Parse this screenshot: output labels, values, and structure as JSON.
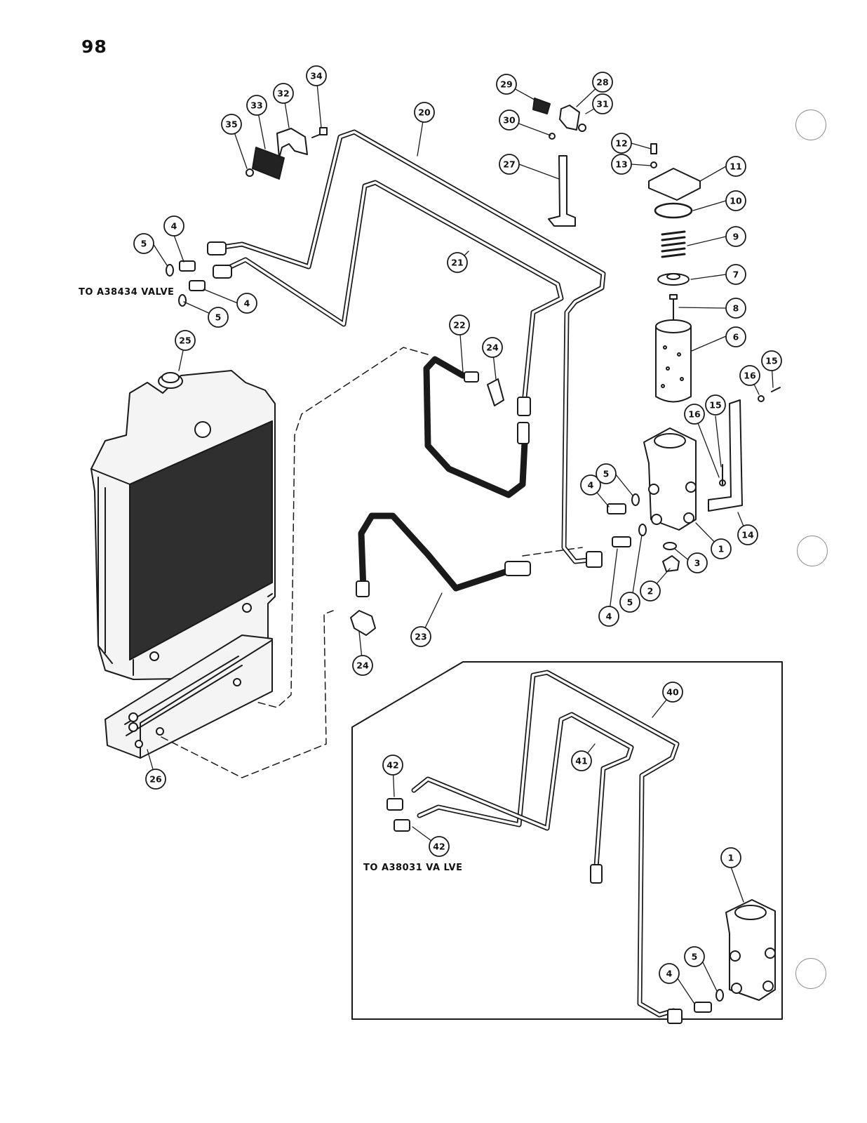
{
  "page": {
    "number": "98",
    "notes": {
      "valve_upper": "TO A38434 VALVE",
      "valve_lower": "TO  A38031 VA LVE"
    }
  },
  "callouts": [
    {
      "id": "c1a",
      "label": "1"
    },
    {
      "id": "c1b",
      "label": "1"
    },
    {
      "id": "c2",
      "label": "2"
    },
    {
      "id": "c3",
      "label": "3"
    },
    {
      "id": "c4a",
      "label": "4"
    },
    {
      "id": "c4b",
      "label": "4"
    },
    {
      "id": "c4c",
      "label": "4"
    },
    {
      "id": "c4d",
      "label": "4"
    },
    {
      "id": "c4e",
      "label": "4"
    },
    {
      "id": "c5a",
      "label": "5"
    },
    {
      "id": "c5b",
      "label": "5"
    },
    {
      "id": "c5c",
      "label": "5"
    },
    {
      "id": "c5d",
      "label": "5"
    },
    {
      "id": "c5e",
      "label": "5"
    },
    {
      "id": "c6",
      "label": "6"
    },
    {
      "id": "c7",
      "label": "7"
    },
    {
      "id": "c8",
      "label": "8"
    },
    {
      "id": "c9",
      "label": "9"
    },
    {
      "id": "c10",
      "label": "10"
    },
    {
      "id": "c11",
      "label": "11"
    },
    {
      "id": "c12",
      "label": "12"
    },
    {
      "id": "c13",
      "label": "13"
    },
    {
      "id": "c14",
      "label": "14"
    },
    {
      "id": "c15a",
      "label": "15"
    },
    {
      "id": "c15b",
      "label": "15"
    },
    {
      "id": "c16a",
      "label": "16"
    },
    {
      "id": "c16b",
      "label": "16"
    },
    {
      "id": "c20",
      "label": "20"
    },
    {
      "id": "c21",
      "label": "21"
    },
    {
      "id": "c22",
      "label": "22"
    },
    {
      "id": "c23",
      "label": "23"
    },
    {
      "id": "c24a",
      "label": "24"
    },
    {
      "id": "c24b",
      "label": "24"
    },
    {
      "id": "c25",
      "label": "25"
    },
    {
      "id": "c26",
      "label": "26"
    },
    {
      "id": "c27",
      "label": "27"
    },
    {
      "id": "c28",
      "label": "28"
    },
    {
      "id": "c29",
      "label": "29"
    },
    {
      "id": "c30",
      "label": "30"
    },
    {
      "id": "c31",
      "label": "31"
    },
    {
      "id": "c32",
      "label": "32"
    },
    {
      "id": "c33",
      "label": "33"
    },
    {
      "id": "c34",
      "label": "34"
    },
    {
      "id": "c35",
      "label": "35"
    },
    {
      "id": "c40",
      "label": "40"
    },
    {
      "id": "c41",
      "label": "41"
    },
    {
      "id": "c42a",
      "label": "42"
    },
    {
      "id": "c42b",
      "label": "42"
    }
  ]
}
